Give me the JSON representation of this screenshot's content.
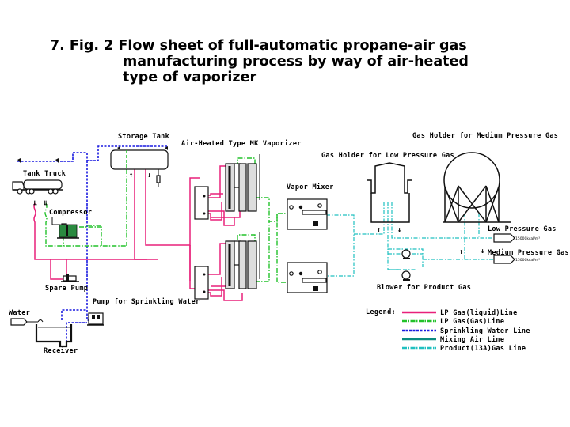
{
  "title": {
    "line1": "7.  Fig. 2  Flow sheet of full-automatic propane-air gas",
    "line2": "manufacturing process by way of air-heated",
    "line3": "type of vaporizer"
  },
  "labels": {
    "storage_tank": "Storage Tank",
    "vaporizer": "Air-Heated Type MK Vaporizer",
    "gas_holder_medium": "Gas Holder for Medium Pressure Gas",
    "gas_holder_low": "Gas Holder for Low Pressure Gas",
    "tank_truck": "Tank Truck",
    "compressor": "Compressor",
    "vapor_mixer": "Vapor Mixer",
    "low_pressure_gas": "Low Pressure Gas",
    "medium_pressure_gas": "Medium Pressure Gas",
    "low_pressure_spec": "15000kcal/m³",
    "medium_pressure_spec": "15000kcal/m³",
    "spare_pump": "Spare Pump",
    "pump_sprinkling": "Pump for Sprinkling Water",
    "blower": "Blower for Product Gas",
    "water": "Water",
    "receiver": "Receiver"
  },
  "legend": {
    "title": "Legend:",
    "items": [
      {
        "label": "LP Gas(liquid)Line",
        "color": "#e8207a",
        "style": "solid"
      },
      {
        "label": "LP Gas(Gas)Line",
        "color": "#22c22a",
        "style": "dash-dot"
      },
      {
        "label": "Sprinkling Water Line",
        "color": "#1a1ae0",
        "style": "dashed"
      },
      {
        "label": "Mixing Air Line",
        "color": "#0a8a80",
        "style": "solid"
      },
      {
        "label": "Product(13A)Gas Line",
        "color": "#20c0c0",
        "style": "dash-dot"
      }
    ]
  }
}
